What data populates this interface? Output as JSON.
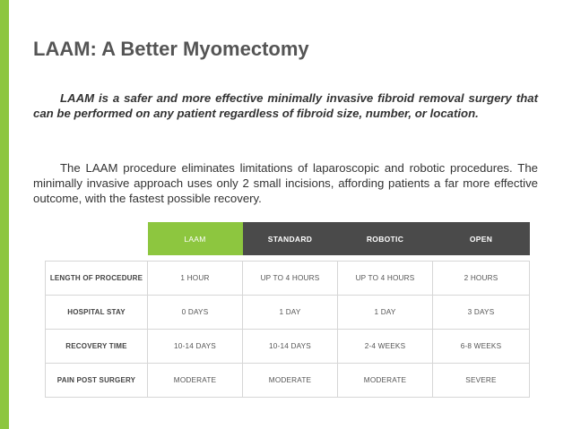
{
  "slide": {
    "title": "LAAM: A Better Myomectomy",
    "paragraph_1": "LAAM is a safer and more effective minimally invasive fibroid removal surgery that can be performed on any patient regardless of fibroid size, number, or location.",
    "paragraph_2": "The LAAM procedure eliminates limitations of  laparoscopic and robotic procedures. The minimally invasive approach uses only 2 small incisions, affording patients a far more effective outcome, with the fastest possible recovery.",
    "accent_color": "#8dc63f"
  },
  "table": {
    "headers": [
      "",
      "LAAM",
      "STANDARD",
      "ROBOTIC",
      "OPEN"
    ],
    "rows": [
      [
        "LENGTH OF PROCEDURE",
        "1 HOUR",
        "UP TO 4 HOURS",
        "UP TO 4 HOURS",
        "2 HOURS"
      ],
      [
        "HOSPITAL STAY",
        "0 DAYS",
        "1 DAY",
        "1 DAY",
        "3 DAYS"
      ],
      [
        "RECOVERY TIME",
        "10-14 DAYS",
        "10-14 DAYS",
        "2-4 WEEKS",
        "6-8 WEEKS"
      ],
      [
        "PAIN POST SURGERY",
        "MODERATE",
        "MODERATE",
        "MODERATE",
        "SEVERE"
      ]
    ],
    "header_dark_color": "#4a4a4a",
    "header_highlight_color": "#8dc63f"
  }
}
